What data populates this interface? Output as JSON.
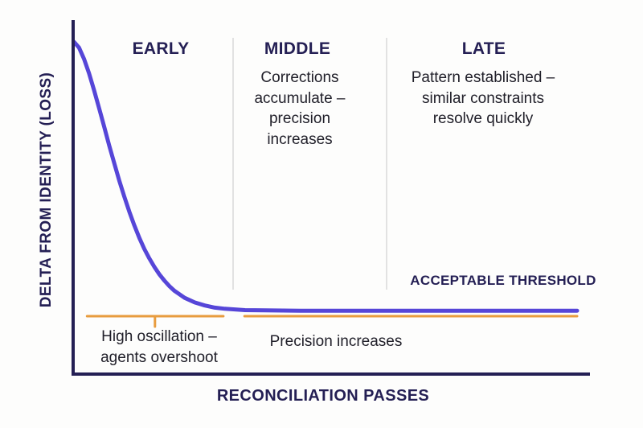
{
  "colors": {
    "navy": "#241f54",
    "curve": "#5646d8",
    "threshold": "#e89c3e",
    "body_text": "#21202a",
    "divider": "#d9d9d9",
    "background": "#fdfdfc"
  },
  "labels": {
    "y_axis": "DELTA FROM IDENTITY (LOSS)",
    "x_axis": "RECONCILIATION PASSES",
    "early": "EARLY",
    "middle": "MIDDLE",
    "late": "LATE",
    "middle_note": "Corrections\naccumulate –\nprecision\nincreases",
    "late_note": "Pattern established –\nsimilar constraints\nresolve quickly",
    "threshold": "ACCEPTABLE THRESHOLD",
    "high_oscillation": "High oscillation –\nagents overshoot",
    "precision": "Precision increases"
  },
  "chart_data": {
    "type": "line",
    "title": "",
    "xlabel": "RECONCILIATION PASSES",
    "ylabel": "DELTA FROM IDENTITY (LOSS)",
    "xlim": [
      0,
      1
    ],
    "ylim": [
      0,
      1
    ],
    "grid": false,
    "axis_ticks": "none",
    "legend": "none",
    "series": [
      {
        "name": "Delta from identity (loss)",
        "color": "#5646d8",
        "x": [
          0,
          0.01,
          0.02,
          0.03,
          0.04,
          0.05,
          0.06,
          0.07,
          0.08,
          0.09,
          0.1,
          0.11,
          0.12,
          0.13,
          0.14,
          0.15,
          0.16,
          0.17,
          0.18,
          0.19,
          0.2,
          0.22,
          0.24,
          0.26,
          0.28,
          0.3,
          0.34,
          0.38,
          0.45,
          0.55,
          0.7,
          0.85,
          1.0
        ],
        "y": [
          1.0,
          0.979,
          0.938,
          0.885,
          0.824,
          0.758,
          0.691,
          0.623,
          0.558,
          0.495,
          0.436,
          0.381,
          0.331,
          0.285,
          0.245,
          0.21,
          0.179,
          0.152,
          0.129,
          0.109,
          0.092,
          0.067,
          0.05,
          0.039,
          0.031,
          0.027,
          0.022,
          0.021,
          0.02,
          0.02,
          0.02,
          0.02,
          0.02
        ]
      }
    ],
    "threshold": {
      "label": "ACCEPTABLE THRESHOLD",
      "y": 0.0,
      "x_start": 0.026,
      "gap_x": [
        0.297,
        0.339
      ],
      "x_end": 1.0,
      "tick_x": 0.161,
      "color": "#e89c3e"
    },
    "phases": [
      {
        "label": "EARLY",
        "x_range": [
          0,
          0.316
        ],
        "note": ""
      },
      {
        "label": "MIDDLE",
        "x_range": [
          0.316,
          0.621
        ],
        "note": "Corrections accumulate – precision increases"
      },
      {
        "label": "LATE",
        "x_range": [
          0.621,
          1.0
        ],
        "note": "Pattern established – similar constraints resolve quickly"
      }
    ],
    "annotations": [
      {
        "text": "High oscillation – agents overshoot",
        "anchor_x": 0.17,
        "position": "below threshold, left segment"
      },
      {
        "text": "Precision increases",
        "anchor_x": 0.52,
        "position": "below threshold, right segment"
      }
    ]
  }
}
